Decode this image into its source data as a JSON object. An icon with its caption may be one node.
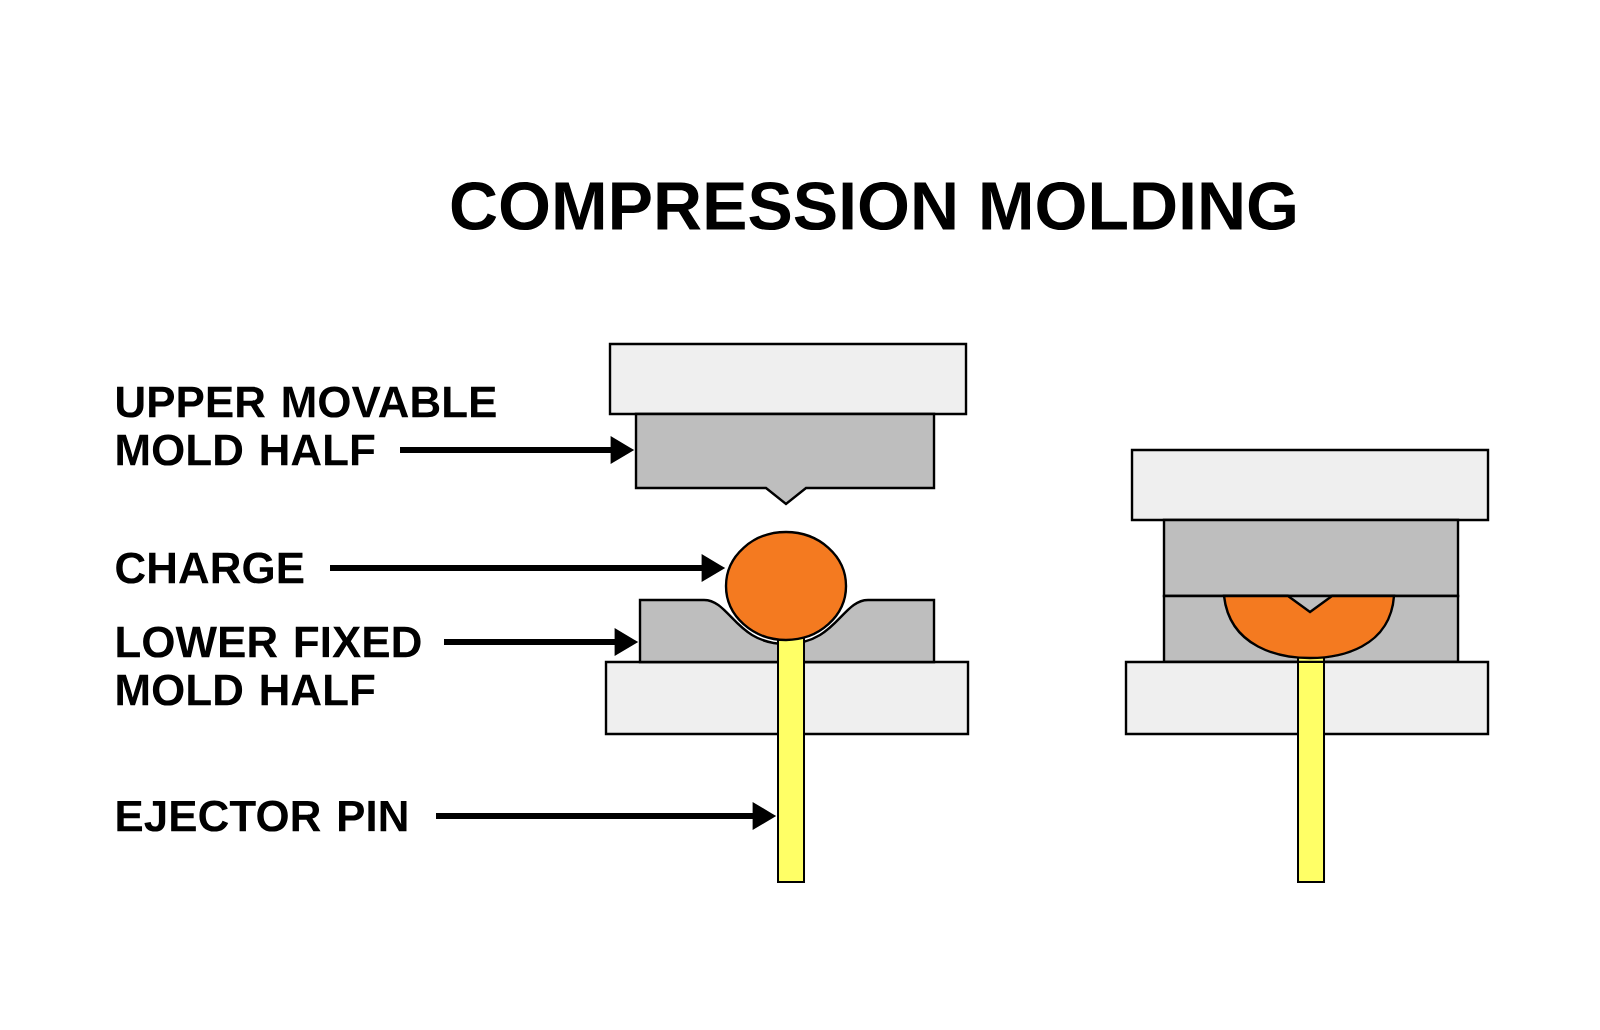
{
  "diagram": {
    "title": "COMPRESSION MOLDING",
    "nodes": [
      {
        "text": [
          "UPPER MOVABLE MOLD HALF"
        ]
      },
      {
        "text": [
          "CHARGE"
        ]
      },
      {
        "text": [
          "LOWER FIXED MOLD HALF"
        ]
      },
      {
        "text": [
          "EJECTOR PIN"
        ]
      },
      {
        "text": [],
        "shape": "box"
      },
      {
        "text": [],
        "shape": "circle"
      },
      {
        "text": [],
        "shape": "box"
      },
      {
        "text": [],
        "shape": "bar"
      }
    ],
    "edges": [
      {
        "from": 0,
        "to": 4,
        "arrow": "to"
      },
      {
        "from": 1,
        "to": 5,
        "arrow": "to"
      },
      {
        "from": 2,
        "to": 6,
        "arrow": "to"
      },
      {
        "from": 3,
        "to": 7,
        "arrow": "to"
      }
    ]
  }
}
